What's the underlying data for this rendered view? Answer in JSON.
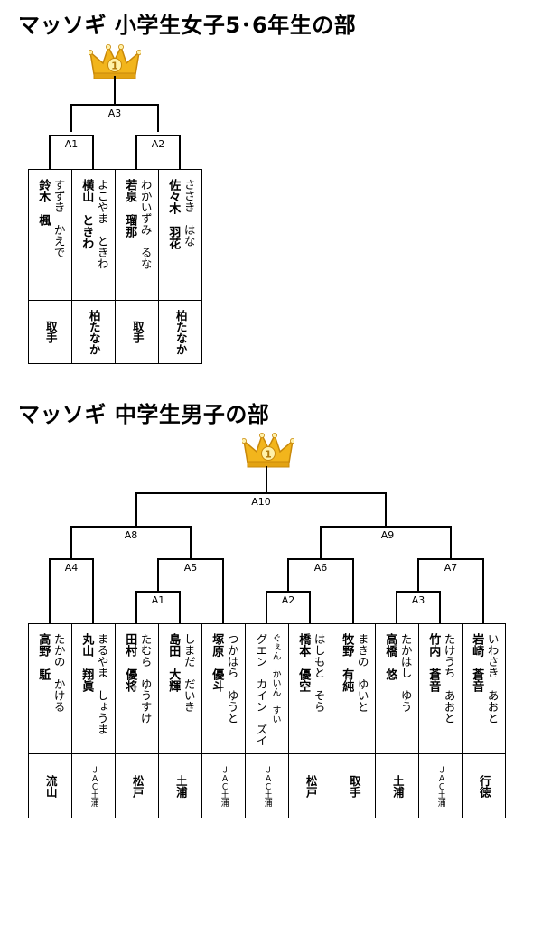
{
  "tournaments": [
    {
      "title": "マッソギ 小学生女子5･6年生の部",
      "matches": {
        "A1": "A1",
        "A2": "A2",
        "A3": "A3"
      },
      "players": [
        {
          "kana": "すずき　かえで",
          "name": "鈴木　楓",
          "club": "取手"
        },
        {
          "kana": "よこやま　ときわ",
          "name": "横山　ときわ",
          "club": "柏たなか"
        },
        {
          "kana": "わかいずみ　るな",
          "name": "若泉　瑠那",
          "club": "取手"
        },
        {
          "kana": "ささき　はな",
          "name": "佐々木　羽花",
          "club": "柏たなか"
        }
      ]
    },
    {
      "title": "マッソギ 中学生男子の部",
      "matches": {
        "A1": "A1",
        "A2": "A2",
        "A3": "A3",
        "A4": "A4",
        "A5": "A5",
        "A6": "A6",
        "A7": "A7",
        "A8": "A8",
        "A9": "A9",
        "A10": "A10"
      },
      "players": [
        {
          "kana": "たかの　かける",
          "name": "高野　駈",
          "club": "流山"
        },
        {
          "kana": "まるやま　しょうま",
          "name": "丸山　翔眞",
          "club": "ＪＡＣ土浦"
        },
        {
          "kana": "たむら　ゆうすけ",
          "name": "田村　優将",
          "club": "松戸"
        },
        {
          "kana": "しまだ　だいき",
          "name": "島田　大輝",
          "club": "土浦"
        },
        {
          "kana": "つかはら　ゆうと",
          "name": "塚原　優斗",
          "club": "ＪＡＣ土浦"
        },
        {
          "kana": "ぐぇん　かいん　すい",
          "name": "グエン　カイン　ズイ",
          "club": "ＪＡＣ土浦"
        },
        {
          "kana": "はしもと　そら",
          "name": "橋本　優空",
          "club": "松戸"
        },
        {
          "kana": "まきの　ゆいと",
          "name": "牧野　有純",
          "club": "取手"
        },
        {
          "kana": "たかはし　ゆう",
          "name": "高橋　悠",
          "club": "土浦"
        },
        {
          "kana": "たけうち　あおと",
          "name": "竹内　蒼音",
          "club": "ＪＡＣ土浦"
        },
        {
          "kana": "いわさき　あおと",
          "name": "岩崎　蒼音",
          "club": "行徳"
        }
      ]
    }
  ],
  "colors": {
    "line": "#000000",
    "crown_gold": "#f2b51c",
    "crown_light": "#fff1a8",
    "crown_dark": "#c8880a"
  },
  "icons": {
    "winner": "crown-icon"
  }
}
